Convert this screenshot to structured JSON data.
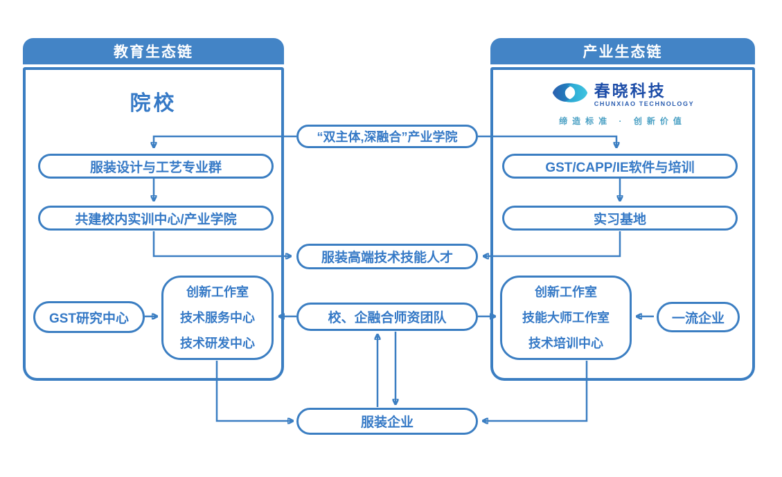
{
  "palette": {
    "line_blue": "#3b7ec2",
    "header_fill": "#4384c6",
    "node_text_blue": "#3579c6",
    "logo_navy": "#1d4da8",
    "logo_teal": "#29a8d8",
    "tagline_teal": "#4aa0c4"
  },
  "left_panel": {
    "header": "教育生态链",
    "title": "院校",
    "nodes": {
      "major_group": "服装设计与工艺专业群",
      "training_center": "共建校内实训中心/产业学院",
      "gst_research": "GST研究中心",
      "centers": {
        "lines": [
          "创新工作室",
          "技术服务中心",
          "技术研发中心"
        ]
      }
    }
  },
  "right_panel": {
    "header": "产业生态链",
    "logo": {
      "name": "春晓科技",
      "name_en": "CHUNXIAO TECHNOLOGY",
      "tagline": "缔造标准 · 创新价值"
    },
    "nodes": {
      "software_training": "GST/CAPP/IE软件与培训",
      "internship_base": "实习基地",
      "centers": {
        "lines": [
          "创新工作室",
          "技能大师工作室",
          "技术培训中心"
        ]
      },
      "top_enterprise": "一流企业"
    }
  },
  "middle": {
    "industry_college": "“双主体,深融合”产业学院",
    "talent": "服装高端技术技能人才",
    "teacher_team": "校、企融合师资团队",
    "clothing_enterprise": "服装企业"
  },
  "edges": [
    {
      "from": "industry-college",
      "to": "major-group"
    },
    {
      "from": "industry-college",
      "to": "software-training"
    },
    {
      "from": "major-group",
      "to": "training-center"
    },
    {
      "from": "software-training",
      "to": "internship-base"
    },
    {
      "from": "training-center",
      "to": "talent"
    },
    {
      "from": "internship-base",
      "to": "talent"
    },
    {
      "from": "gst-research",
      "to": "left-centers"
    },
    {
      "from": "top-enterprise",
      "to": "right-centers"
    },
    {
      "from": "teacher-team",
      "to": "left-centers"
    },
    {
      "from": "teacher-team",
      "to": "right-centers"
    },
    {
      "from": "clothing-enterprise",
      "to": "teacher-team"
    },
    {
      "from": "teacher-team",
      "to": "clothing-enterprise"
    },
    {
      "from": "left-centers",
      "to": "clothing-enterprise"
    },
    {
      "from": "right-centers",
      "to": "clothing-enterprise"
    }
  ]
}
